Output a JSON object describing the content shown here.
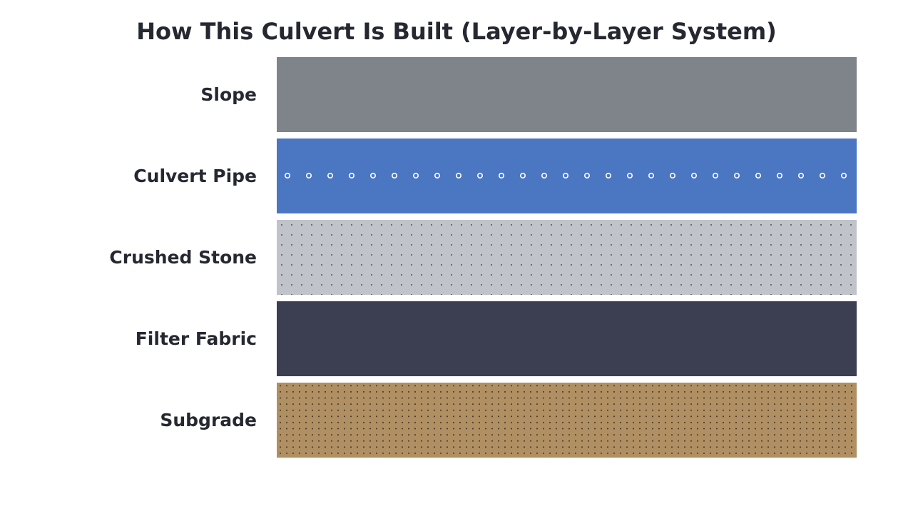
{
  "title": "How This Culvert Is Built (Layer-by-Layer System)",
  "layers": [
    {
      "label": "Slope",
      "color": "#7f848b",
      "pattern": "solid"
    },
    {
      "label": "Culvert Pipe",
      "color": "#4a76c2",
      "pattern": "rings",
      "pattern_color": "#ffffff"
    },
    {
      "label": "Crushed Stone",
      "color": "#c0c3c9",
      "pattern": "dots",
      "pattern_color": "#2b2f38"
    },
    {
      "label": "Filter Fabric",
      "color": "#3b3f51",
      "pattern": "solid"
    },
    {
      "label": "Subgrade",
      "color": "#b08f63",
      "pattern": "dense-dots",
      "pattern_color": "#2b2520"
    }
  ]
}
